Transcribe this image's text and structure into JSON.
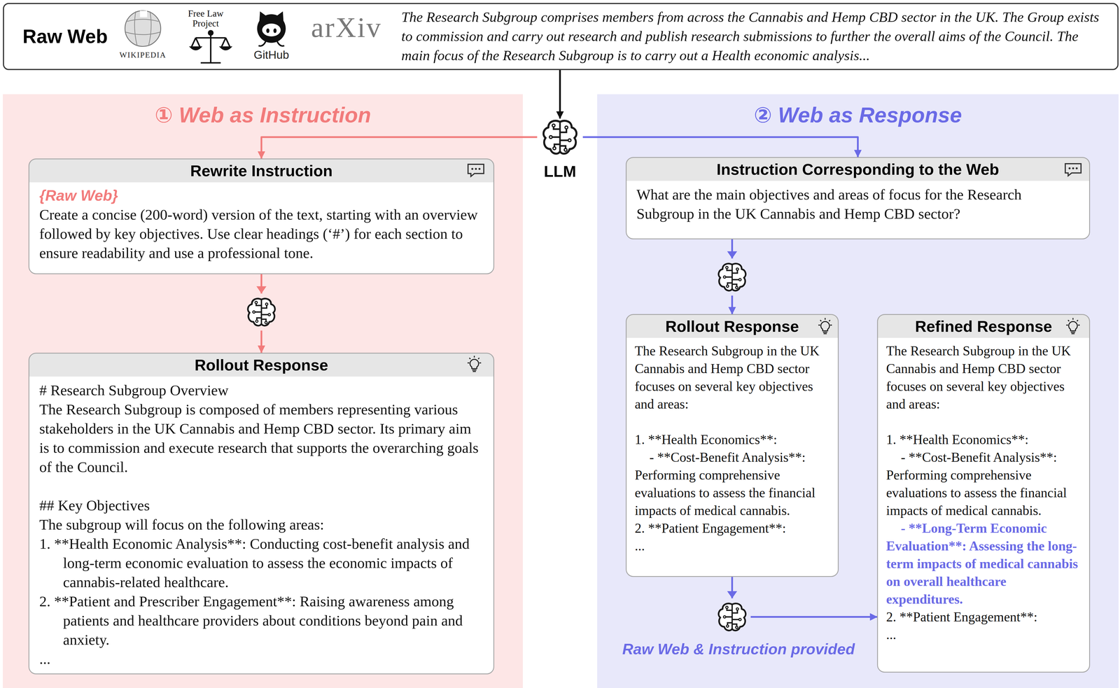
{
  "diagram": {
    "nodes": [
      {
        "text": [
          "Raw Web",
          "The Research Subgroup comprises members from across the Cannabis and Hemp CBD sector in the UK. The Group exists to commission and carry out research and publish research submissions to further the overall aims of the Council. The main focus of the Research Subgroup is to carry out a Health economic analysis..."
        ]
      },
      {
        "text": [
          "LLM"
        ]
      },
      {
        "text": [
          "① Web as Instruction"
        ]
      },
      {
        "text": [
          "Rewrite Instruction",
          "{Raw Web}",
          "Create a concise (200-word) version of the text, starting with an overview followed by key objectives. Use clear headings (‘#’) for each section to ensure readability and use a professional tone."
        ],
        "in": 2
      },
      {
        "text": [
          "Rollout Response",
          "# Research Subgroup Overview",
          "The Research Subgroup is composed of members representing various stakeholders in the UK Cannabis and Hemp CBD sector. Its primary aim is to commission and execute research that supports the overarching goals of the Council.",
          "## Key Objectives",
          "The subgroup will focus on the following areas:",
          "1. **Health Economic Analysis**: Conducting cost-benefit analysis and long-term economic evaluation to assess the economic impacts of cannabis-related healthcare.",
          "2. **Patient and Prescriber Engagement**: Raising awareness among patients and healthcare providers about conditions beyond pain and anxiety.",
          "..."
        ],
        "in": 2
      },
      {
        "text": [
          "② Web as Response"
        ]
      },
      {
        "text": [
          "Instruction Corresponding to the Web",
          "What are the main objectives and areas of focus for the Research Subgroup in the UK Cannabis and Hemp CBD sector?"
        ],
        "in": 5
      },
      {
        "text": [
          "Rollout Response",
          "The Research Subgroup in the UK Cannabis and Hemp CBD sector focuses on several key objectives and areas:",
          "1. **Health Economics**:",
          "- **Cost-Benefit Analysis**: Performing comprehensive evaluations to assess the financial impacts of medical cannabis.",
          "2. **Patient Engagement**:",
          "..."
        ],
        "in": 5
      },
      {
        "text": [
          "Refined Response",
          "The Research Subgroup in the UK Cannabis and Hemp CBD sector focuses on several key objectives and areas:",
          "1. **Health Economics**:",
          "- **Cost-Benefit Analysis**: Performing comprehensive evaluations to assess the financial impacts of medical cannabis.",
          "- **Long-Term Economic Evaluation**: Assessing the long-term impacts of medical cannabis on overall healthcare expenditures.",
          "2. **Patient Engagement**:",
          "..."
        ],
        "in": 5
      }
    ],
    "edges": [
      {
        "from": 0,
        "to": 1,
        "arrow": "to"
      },
      {
        "from": 1,
        "to": 3,
        "arrow": "to"
      },
      {
        "from": 1,
        "to": 6,
        "arrow": "to"
      },
      {
        "from": 3,
        "to": 4,
        "arrow": "to"
      },
      {
        "from": 6,
        "to": 7,
        "arrow": "to"
      },
      {
        "from": 7,
        "to": 8,
        "arrow": "to"
      }
    ],
    "labels": [
      "WIKIPEDIA",
      "Free Law Project",
      "GitHub",
      "arXiv",
      "Raw Web & Instruction provided"
    ]
  }
}
